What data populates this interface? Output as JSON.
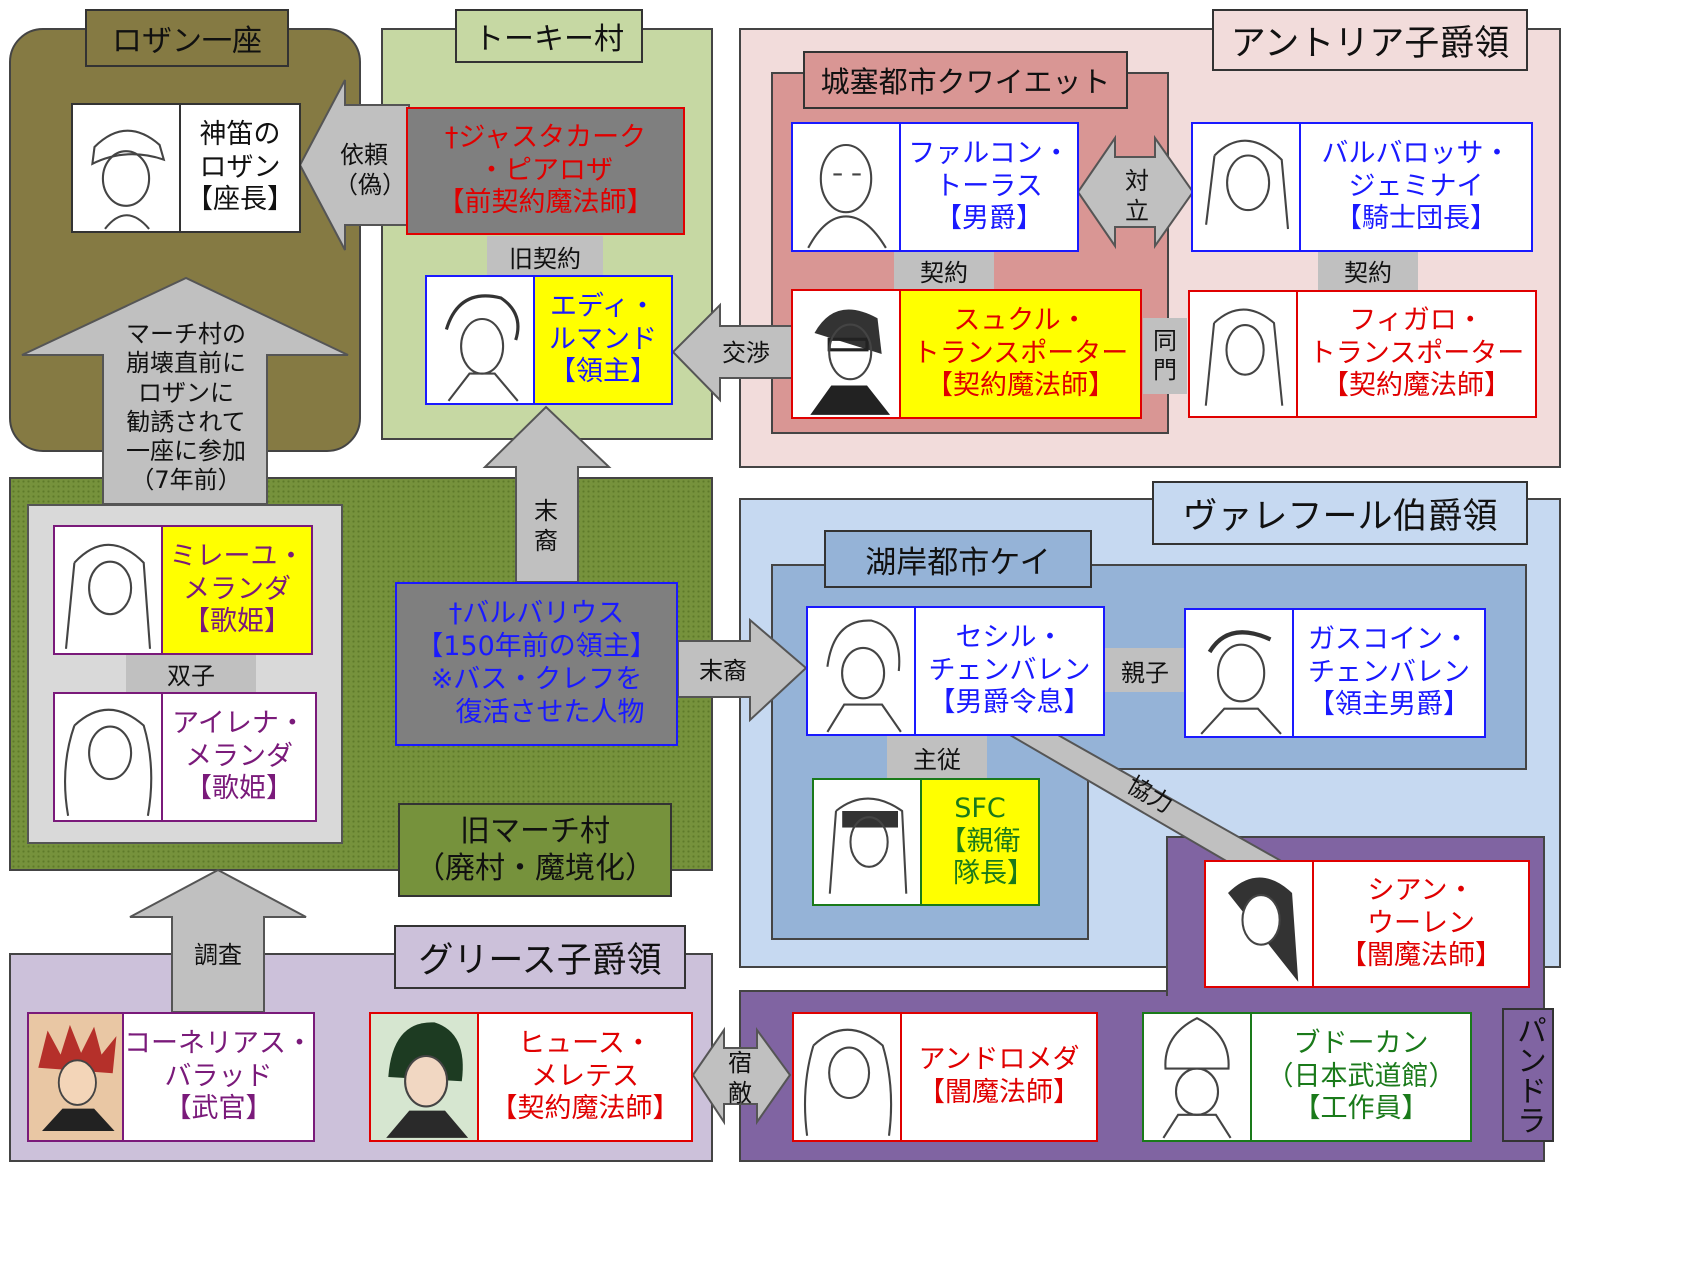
{
  "regions": {
    "rozan": "ロザン一座",
    "toki": "トーキー村",
    "antoria": "アントリア子爵領",
    "quiet": "城塞都市クワイエット",
    "varefur": "ヴァレフール伯爵領",
    "kei": "湖岸都市ケイ",
    "march": "旧マーチ村\n（廃村・魔境化）",
    "march_l1": "旧マーチ村",
    "march_l2": "（廃村・魔境化）",
    "gries": "グリース子爵領",
    "pandora": "パンドラ"
  },
  "cards": {
    "rozan": [
      "神笛の",
      "ロザン",
      "【座長】"
    ],
    "jasta": [
      "†ジャスタカーク",
      "・ピアロザ",
      "【前契約魔法師】"
    ],
    "eddie": [
      "エディ・",
      "ルマンド",
      "【領主】"
    ],
    "falcon": [
      "ファルコン・",
      "トーラス",
      "【男爵】"
    ],
    "barbarossa": [
      "バルバロッサ・",
      "ジェミナイ",
      "【騎士団長】"
    ],
    "sukuru": [
      "スュクル・",
      "トランスポーター",
      "【契約魔法師】"
    ],
    "figaro": [
      "フィガロ・",
      "トランスポーター",
      "【契約魔法師】"
    ],
    "mireyu": [
      "ミレーユ・",
      "メランダ",
      "【歌姫】"
    ],
    "airena": [
      "アイレナ・",
      "メランダ",
      "【歌姫】"
    ],
    "barbarius": [
      "†バルバリウス",
      "【150年前の領主】",
      "※バス・クレフを",
      "　復活させた人物"
    ],
    "cecil": [
      "セシル・",
      "チェンバレン",
      "【男爵令息】"
    ],
    "gascoyne": [
      "ガスコイン・",
      "チェンバレン",
      "【領主男爵】"
    ],
    "sfc": [
      "SFC",
      "【親衛",
      "　隊長】"
    ],
    "shian": [
      "シアン・",
      "ウーレン",
      "【闇魔法師】"
    ],
    "cornelius": [
      "コーネリアス・",
      "バラッド",
      "【武官】"
    ],
    "hughes": [
      "ヒュース・",
      "メレテス",
      "【契約魔法師】"
    ],
    "andromeda": [
      "アンドロメダ",
      "【闇魔法師】"
    ],
    "budokan": [
      "ブドーカン",
      "（日本武道館）",
      "【工作員】"
    ]
  },
  "relations": {
    "irai": "依頼\n（偽）",
    "old_contract": "旧契約",
    "koushou": "交渉",
    "tairitsu": "対\n立",
    "keiyaku1": "契約",
    "keiyaku2": "契約",
    "doumon": "同\n門",
    "march_arrow": "マーチ村の\n崩壊直前に\nロザンに\n勧誘されて\n一座に参加\n（7年前）",
    "futago": "双子",
    "matsuei_up": "末\n裔",
    "matsuei_right": "末裔",
    "oyako": "親子",
    "shujuu": "主従",
    "kyouryoku": "協力",
    "chousa": "調査",
    "shukuteki": "宿\n敵"
  },
  "colors": {
    "rozan_bg": "#857a43",
    "toki_bg": "#c6d8a3",
    "antoria_bg": "#f2dcdb",
    "quiet_bg": "#d99694",
    "march_bg": "#76923c",
    "varefur_bg": "#c6d9f1",
    "kei_bg": "#95b3d7",
    "gries_bg": "#ccc1da",
    "pandora_bg": "#8064a2",
    "highlight": "#ffff00",
    "arrow": "#c0c0c0"
  }
}
